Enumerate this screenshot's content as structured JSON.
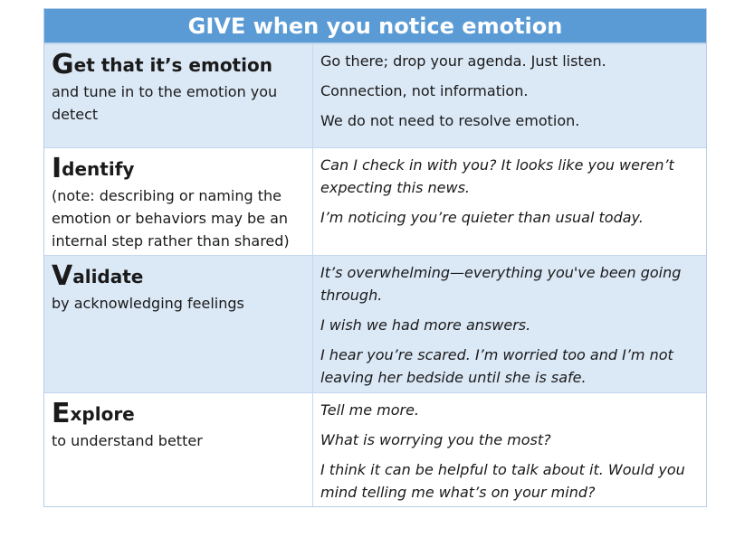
{
  "title": "GIVE when you notice emotion",
  "rows": [
    {
      "letter": "G",
      "rest": "et that it’s emotion",
      "sub": "and tune in to the emotion you detect",
      "lines": [
        "Go there; drop your agenda. Just listen.",
        "Connection, not information.",
        "We do not need to resolve emotion."
      ]
    },
    {
      "letter": "I",
      "rest": "dentify",
      "sub": "(note: describing or naming the emotion or behaviors may be an internal step rather than shared)",
      "lines": [
        "Can I check in with you? It looks like you weren’t expecting this news.",
        "I’m noticing you’re quieter than usual today."
      ]
    },
    {
      "letter": "V",
      "rest": "alidate",
      "sub": "by acknowledging feelings",
      "lines": [
        "It’s overwhelming—everything you've been going through.",
        "I wish we had more answers.",
        "I hear you’re scared. I’m worried too and I’m not leaving her bedside until she is safe."
      ]
    },
    {
      "letter": "E",
      "rest": "xplore",
      "sub": "to understand better",
      "lines": [
        "Tell me more.",
        "What is worrying you the most?",
        "I think it can be helpful to talk about it. Would you mind telling me what’s on your mind?"
      ]
    }
  ],
  "colors": {
    "header": "#5b9bd5",
    "shaded_row": "#dbe8f6",
    "border": "#c6d8ee"
  }
}
